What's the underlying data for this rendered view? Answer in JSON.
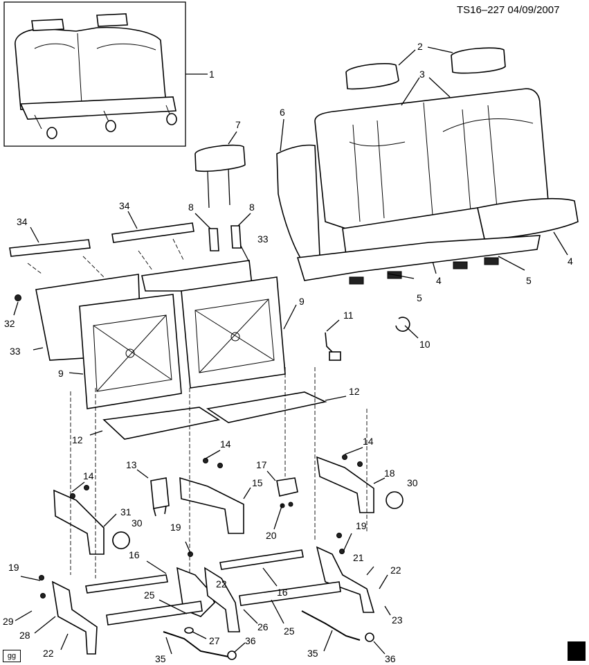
{
  "header": {
    "doc_id": "TS16–227  04/09/2007"
  },
  "footer": {
    "badge": "gg",
    "logo_icon": "gm-spo-logo-icon"
  },
  "callouts": [
    {
      "id": "c-1",
      "text": "1"
    },
    {
      "id": "c-2",
      "text": "2"
    },
    {
      "id": "c-3",
      "text": "3"
    },
    {
      "id": "c-4a",
      "text": "4"
    },
    {
      "id": "c-4b",
      "text": "4"
    },
    {
      "id": "c-5a",
      "text": "5"
    },
    {
      "id": "c-5b",
      "text": "5"
    },
    {
      "id": "c-6",
      "text": "6"
    },
    {
      "id": "c-7",
      "text": "7"
    },
    {
      "id": "c-8a",
      "text": "8"
    },
    {
      "id": "c-8b",
      "text": "8"
    },
    {
      "id": "c-9a",
      "text": "9"
    },
    {
      "id": "c-9b",
      "text": "9"
    },
    {
      "id": "c-10",
      "text": "10"
    },
    {
      "id": "c-11",
      "text": "11"
    },
    {
      "id": "c-12a",
      "text": "12"
    },
    {
      "id": "c-12b",
      "text": "12"
    },
    {
      "id": "c-13",
      "text": "13"
    },
    {
      "id": "c-14a",
      "text": "14"
    },
    {
      "id": "c-14b",
      "text": "14"
    },
    {
      "id": "c-14c",
      "text": "14"
    },
    {
      "id": "c-15",
      "text": "15"
    },
    {
      "id": "c-16a",
      "text": "16"
    },
    {
      "id": "c-16b",
      "text": "16"
    },
    {
      "id": "c-17",
      "text": "17"
    },
    {
      "id": "c-18",
      "text": "18"
    },
    {
      "id": "c-19a",
      "text": "19"
    },
    {
      "id": "c-19b",
      "text": "19"
    },
    {
      "id": "c-19c",
      "text": "19"
    },
    {
      "id": "c-20",
      "text": "20"
    },
    {
      "id": "c-21",
      "text": "21"
    },
    {
      "id": "c-22a",
      "text": "22"
    },
    {
      "id": "c-22b",
      "text": "22"
    },
    {
      "id": "c-22c",
      "text": "22"
    },
    {
      "id": "c-23",
      "text": "23"
    },
    {
      "id": "c-25a",
      "text": "25"
    },
    {
      "id": "c-25b",
      "text": "25"
    },
    {
      "id": "c-26",
      "text": "26"
    },
    {
      "id": "c-27",
      "text": "27"
    },
    {
      "id": "c-28",
      "text": "28"
    },
    {
      "id": "c-29",
      "text": "29"
    },
    {
      "id": "c-30a",
      "text": "30"
    },
    {
      "id": "c-30b",
      "text": "30"
    },
    {
      "id": "c-31",
      "text": "31"
    },
    {
      "id": "c-32",
      "text": "32"
    },
    {
      "id": "c-33a",
      "text": "33"
    },
    {
      "id": "c-33b",
      "text": "33"
    },
    {
      "id": "c-34a",
      "text": "34"
    },
    {
      "id": "c-34b",
      "text": "34"
    },
    {
      "id": "c-35a",
      "text": "35"
    },
    {
      "id": "c-35b",
      "text": "35"
    },
    {
      "id": "c-36a",
      "text": "36"
    },
    {
      "id": "c-36b",
      "text": "36"
    }
  ]
}
